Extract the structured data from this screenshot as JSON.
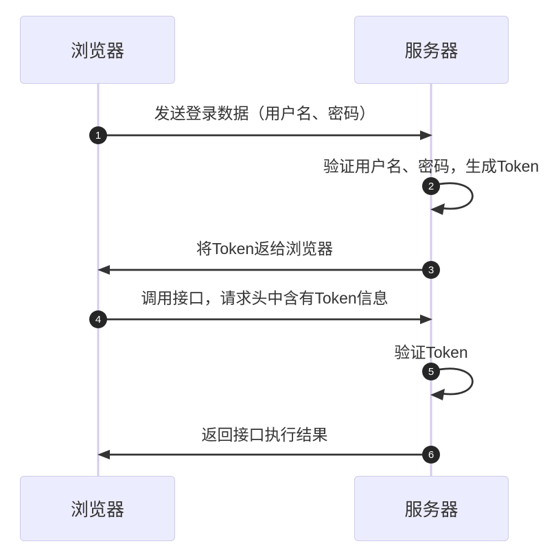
{
  "seq": {
    "actors": [
      {
        "label": "浏览器"
      },
      {
        "label": "服务器"
      }
    ],
    "messages": [
      {
        "number": "1",
        "label": "发送登录数据（用户名、密码）",
        "from": "浏览器",
        "to": "服务器",
        "type": "arrow-right"
      },
      {
        "number": "2",
        "label": "验证用户名、密码，生成Token",
        "from": "服务器",
        "to": "服务器",
        "type": "self-loop"
      },
      {
        "number": "3",
        "label": "将Token返给浏览器",
        "from": "服务器",
        "to": "浏览器",
        "type": "arrow-left"
      },
      {
        "number": "4",
        "label": "调用接口，请求头中含有Token信息",
        "from": "浏览器",
        "to": "服务器",
        "type": "arrow-right"
      },
      {
        "number": "5",
        "label": "验证Token",
        "from": "服务器",
        "to": "服务器",
        "type": "self-loop"
      },
      {
        "number": "6",
        "label": "返回接口执行结果",
        "from": "服务器",
        "to": "浏览器",
        "type": "arrow-left"
      }
    ],
    "colors": {
      "actor_fill": "#ECECFF",
      "actor_border": "#CCCCEB",
      "lifeline": "#D6CCEC",
      "arrow": "#333333",
      "text": "#333333",
      "number_fill": "#262626",
      "number_text": "#FFFFFF"
    }
  }
}
